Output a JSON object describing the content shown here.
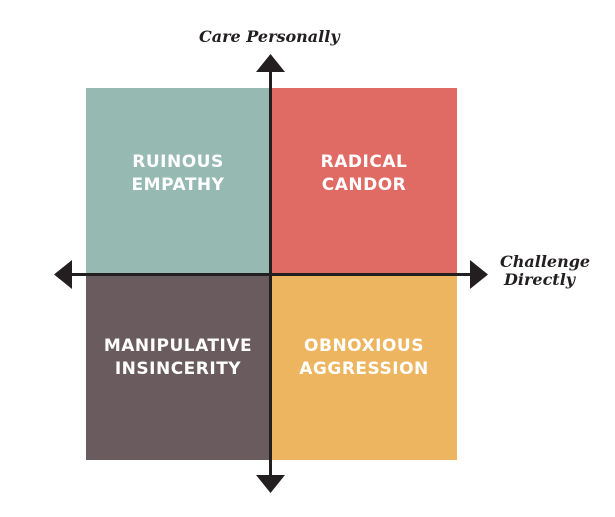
{
  "axes": {
    "y_label": "Care Personally",
    "x_label_line1": "Challenge",
    "x_label_line2": "Directly",
    "color": "#231f20"
  },
  "quadrants": {
    "top_left": {
      "line1": "RUINOUS",
      "line2": "EMPATHY",
      "color": "#96b9b2"
    },
    "top_right": {
      "line1": "RADICAL",
      "line2": "CANDOR",
      "color": "#e06b64"
    },
    "bottom_left": {
      "line1": "MANIPULATIVE",
      "line2": "INSINCERITY",
      "color": "#6a5b5e"
    },
    "bottom_right": {
      "line1": "OBNOXIOUS",
      "line2": "AGGRESSION",
      "color": "#edb55f"
    }
  }
}
